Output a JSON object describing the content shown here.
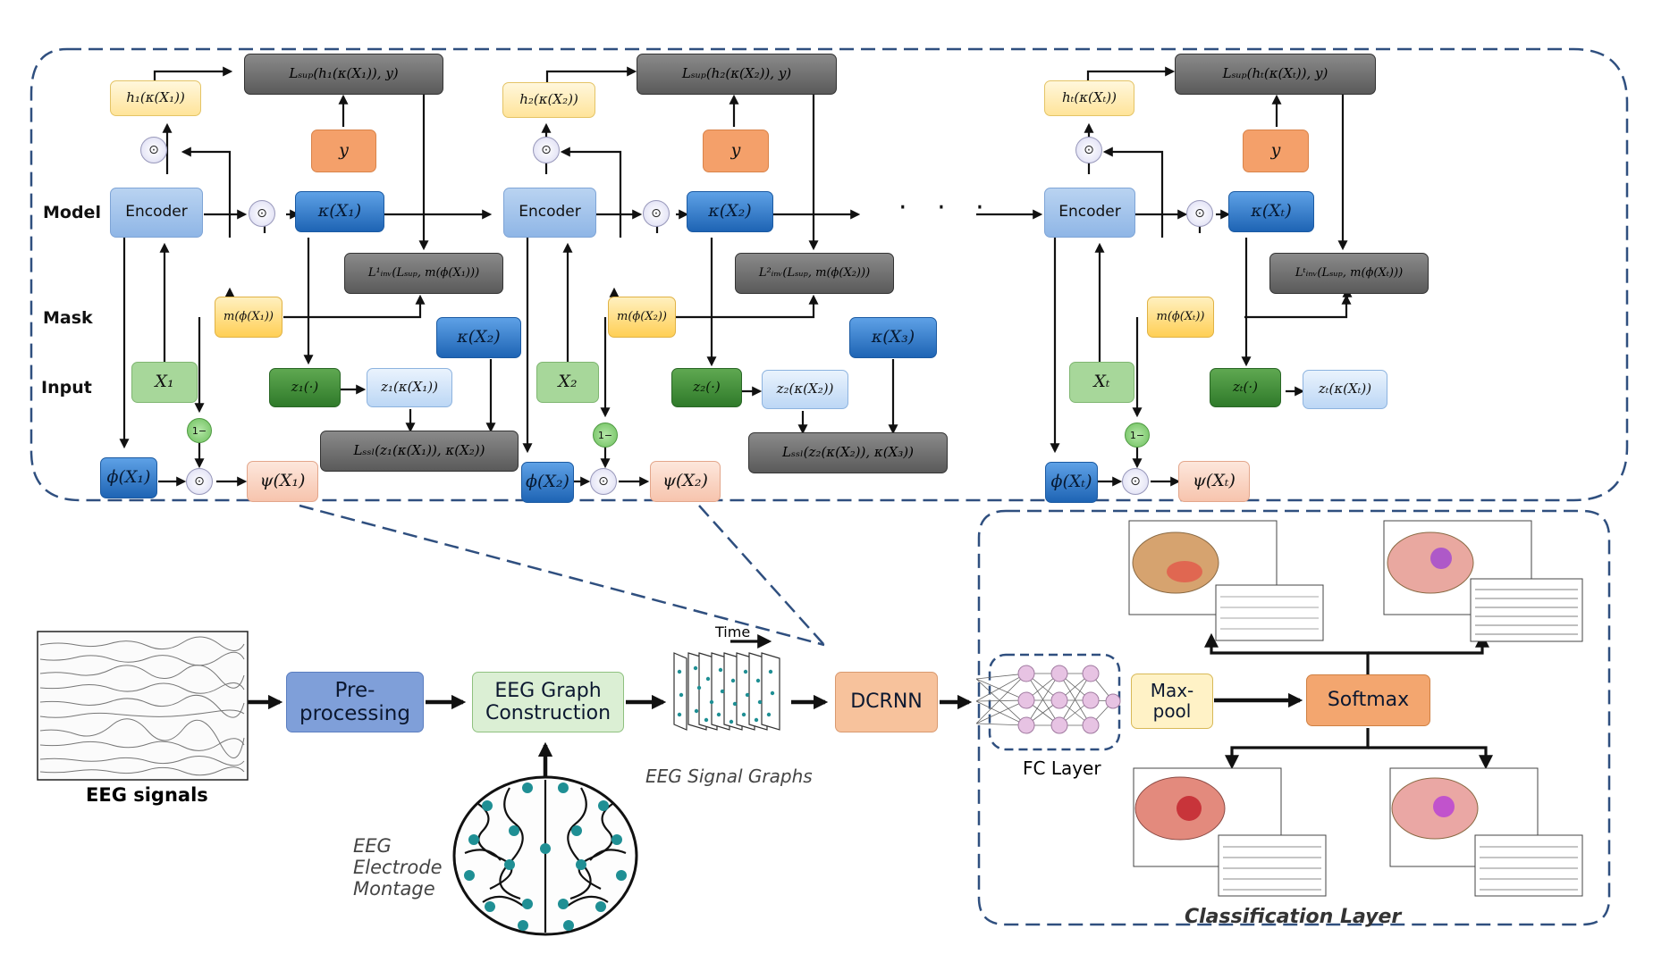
{
  "rows": {
    "model": "Model",
    "mask": "Mask",
    "input": "Input"
  },
  "stages": [
    {
      "encoder": "Encoder",
      "h": "h₁(κ(X₁))",
      "odot": "⊙",
      "lsup": "Lₛᵤₚ(h₁(κ(X₁)), y)",
      "y": "y",
      "kappa": "κ(X₁)",
      "linv": "L¹ᵢₙᵥ(Lₛᵤₚ, m(ϕ(X₁)))",
      "mask": "m(ϕ(X₁))",
      "x": "X₁",
      "z": "z₁(·)",
      "zk": "z₁(κ(X₁))",
      "knext": "κ(X₂)",
      "lssl": "Lₛₛₗ(z₁(κ(X₁)), κ(X₂))",
      "onem": "1−",
      "phi": "ϕ(X₁)",
      "psi": "ψ(X₁)"
    },
    {
      "encoder": "Encoder",
      "h": "h₂(κ(X₂))",
      "odot": "⊙",
      "lsup": "Lₛᵤₚ(h₂(κ(X₂)), y)",
      "y": "y",
      "kappa": "κ(X₂)",
      "linv": "L²ᵢₙᵥ(Lₛᵤₚ, m(ϕ(X₂)))",
      "mask": "m(ϕ(X₂))",
      "x": "X₂",
      "z": "z₂(·)",
      "zk": "z₂(κ(X₂))",
      "knext": "κ(X₃)",
      "lssl": "Lₛₛₗ(z₂(κ(X₂)), κ(X₃))",
      "onem": "1−",
      "phi": "ϕ(X₂)",
      "psi": "ψ(X₂)"
    },
    {
      "encoder": "Encoder",
      "h": "hₜ(κ(Xₜ))",
      "odot": "⊙",
      "lsup": "Lₛᵤₚ(hₜ(κ(Xₜ)), y)",
      "y": "y",
      "kappa": "κ(Xₜ)",
      "linv": "Lᵗᵢₙᵥ(Lₛᵤₚ, m(ϕ(Xₜ)))",
      "mask": "m(ϕ(Xₜ))",
      "x": "Xₜ",
      "z": "zₜ(·)",
      "zk": "zₜ(κ(Xₜ))",
      "onem": "1−",
      "phi": "ϕ(Xₜ)",
      "psi": "ψ(Xₜ)"
    }
  ],
  "ellipsis": "· · ·",
  "pipeline": {
    "eeg_signals": "EEG signals",
    "preprocessing": "Pre-\nprocessing",
    "graph_construction": "EEG Graph\nConstruction",
    "time": "Time",
    "signal_graphs": "EEG Signal Graphs",
    "montage": "EEG\nElectrode\nMontage",
    "dcrnn": "DCRNN",
    "fc_layer": "FC Layer",
    "maxpool": "Max-\npool",
    "softmax": "Softmax",
    "classification": "Classification Layer"
  },
  "colors": {
    "frame": "#2f4f7f",
    "encoder": "#9dbfe9",
    "kappa": "#2a6fbe",
    "loss": "#6e6e6e",
    "mask": "#ffd469",
    "y": "#f4a06a",
    "input": "#a7d79a",
    "z": "#3e8d36",
    "preprocessing": "#7f9fd9",
    "graph_construction": "#dbefd4",
    "dcrnn": "#f7c29c",
    "softmax": "#f3a66f",
    "maxpool": "#fff2c6"
  }
}
